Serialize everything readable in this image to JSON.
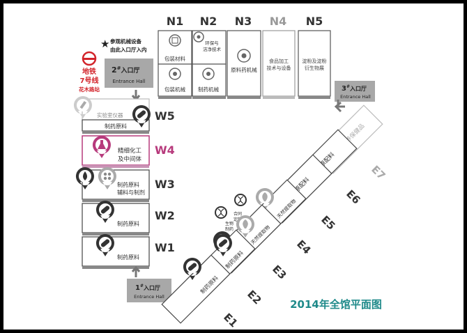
{
  "title": "2014年全馆平面图",
  "legend": {
    "star": "★",
    "line1": "参观机械设备",
    "line2": "由此入口厅入内"
  },
  "metro": {
    "line1": "地铁",
    "line2": "7号线",
    "line3": "花木路站"
  },
  "north": {
    "N1": {
      "label": "N1",
      "top": "包装材料",
      "bottom": "包装机械"
    },
    "N2": {
      "label": "N2",
      "top1": "环保与",
      "top2": "洁净技术",
      "bottom": "制药机械"
    },
    "N3": {
      "label": "N3",
      "text": "原料药机械"
    },
    "N4": {
      "label": "N4",
      "text1": "食品加工",
      "text2": "技术与设备"
    },
    "N5": {
      "label": "N5",
      "text1": "淀粉及淀粉",
      "text2": "衍生物展"
    }
  },
  "west": {
    "W5": {
      "label": "W5",
      "text1": "实验室仪器",
      "text2": "制药原料"
    },
    "W4": {
      "label": "W4",
      "text1": "精细化工",
      "text2": "及中间体"
    },
    "W3": {
      "label": "W3",
      "text1": "制药原料",
      "text2": "辅料与制剂"
    },
    "W2": {
      "label": "W2",
      "text": "制药原料"
    },
    "W1": {
      "label": "W1",
      "text": "制药原料"
    }
  },
  "east": {
    "E1": {
      "label": "E1",
      "text": "制药原料"
    },
    "E2": {
      "label": "E2",
      "text": "制药原料"
    },
    "E3": {
      "label": "E3",
      "text": "天然提取物"
    },
    "E4": {
      "label": "E4",
      "text": "天然提取物",
      "mini1": "合同",
      "mini2": "定制",
      "mini3": "生物",
      "mini4": "制药"
    },
    "E5": {
      "label": "E5",
      "text": "食品原配料"
    },
    "E6": {
      "label": "E6",
      "text": "食品原配料"
    },
    "E7": {
      "label": "E7",
      "text": "天然营养保健品"
    }
  },
  "entrances": {
    "e1": {
      "num": "1",
      "sup": "#",
      "cn": "入口厅",
      "en": "Entrance Hall"
    },
    "e2": {
      "num": "2",
      "sup": "#",
      "cn": "入口厅",
      "en": "Entrance Hall"
    },
    "e3": {
      "num": "3",
      "sup": "#",
      "cn": "入口厅",
      "en": "Entrance Hall"
    }
  },
  "colors": {
    "frame": "#ffffff",
    "hall_border": "#444444",
    "hall_border_light": "#bbbbbb",
    "w4_accent": "#b73a7c",
    "metro_red": "#d2232a",
    "title_teal": "#1f8a8a",
    "pin_dark": "#333333",
    "pin_light": "#aaaaaa",
    "entrance_bg": "#a8a8a8"
  },
  "icons": {
    "pharma": "capsule-pills-icon",
    "lab": "lab-instrument-icon",
    "chem": "flask-icon",
    "liquid": "droplet-icon",
    "tablets": "tablets-icon",
    "leaf": "leaf-icon",
    "gear": "gear-icon",
    "machine": "machine-icon",
    "env": "recycle-icon",
    "dna": "dna-icon"
  }
}
